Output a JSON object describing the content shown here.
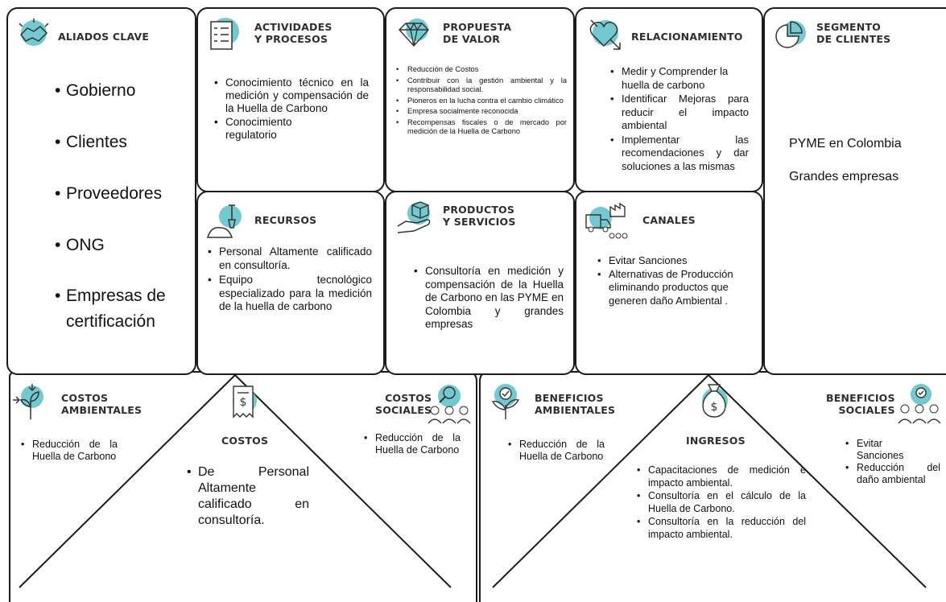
{
  "canvas": {
    "aliados": {
      "title": "ALIADOS CLAVE",
      "items": [
        "Gobierno",
        "Clientes",
        "Proveedores",
        "ONG",
        "Empresas de certificación"
      ]
    },
    "actividades": {
      "title": "ACTIVIDADES\nY PROCESOS",
      "items": [
        "Conocimiento técnico en la medición y compensación de la Huella de Carbono",
        "Conocimiento regulatorio"
      ]
    },
    "propuesta": {
      "title": "PROPUESTA\nDE VALOR",
      "items": [
        "Reducción de Costos",
        "Contribuir con la gestión ambiental y la responsabilidad social.",
        "Pioneros en la lucha contra el cambio climático",
        "Empresa socialmente reconocida",
        "Recompensas fiscales o de mercado por medición de la Huella de Carbono"
      ]
    },
    "relacionamiento": {
      "title": "RELACIONAMIENTO",
      "items": [
        "Medir y Comprender la huella de carbono",
        "Identificar Mejoras para reducir el impacto ambiental",
        "Implementar las recomendaciones y dar soluciones a las mismas"
      ]
    },
    "segmento": {
      "title": "SEGMENTO\nDE CLIENTES",
      "items": [
        "PYME en Colombia",
        "Grandes empresas"
      ]
    },
    "recursos": {
      "title": "RECURSOS",
      "items": [
        "Personal Altamente calificado en consultoría.",
        "Equipo tecnológico especializado para la medición de la huella de carbono"
      ]
    },
    "productos": {
      "title": "PRODUCTOS\nY SERVICIOS",
      "items": [
        "Consultoría en medición y compensación de la Huella de Carbono en las PYME en Colombia y grandes empresas"
      ]
    },
    "canales": {
      "title": "CANALES",
      "items": [
        "Evitar Sanciones",
        "Alternativas de Producción eliminando productos que generen daño Ambiental ."
      ]
    },
    "costos_amb": {
      "title": "COSTOS\nAMBIENTALES",
      "items": [
        "Reducción de la Huella de Carbono"
      ]
    },
    "costos": {
      "title": "COSTOS",
      "items": [
        "De Personal Altamente calificado en consultoría."
      ]
    },
    "costos_soc": {
      "title": "COSTOS\nSOCIALES",
      "items": [
        "Reducción de la Huella de Carbono"
      ]
    },
    "beneficios_amb": {
      "title": "BENEFICIOS\nAMBIENTALES",
      "items": [
        "Reducción de la Huella de Carbono"
      ]
    },
    "ingresos": {
      "title": "INGRESOS",
      "items": [
        "Capacitaciones de medición e impacto ambiental.",
        "Consultoría en el cálculo de la Huella de Carbono.",
        "Consultoría en la reducción del impacto ambiental."
      ]
    },
    "beneficios_soc": {
      "title": "BENEFICIOS\nSOCIALES",
      "items": [
        "Evitar Sanciones",
        "Reducción del daño ambiental"
      ]
    }
  },
  "colors": {
    "accent": "#5bc0c8",
    "border": "#1c1c1c",
    "title": "#2f2f2f"
  },
  "icons": {
    "aliados": "handshake-icon",
    "actividades": "checklist-icon",
    "propuesta": "diamond-icon",
    "relacionamiento": "heart-link-icon",
    "segmento": "pie-chart-icon",
    "recursos": "shovel-icon",
    "productos": "box-hand-icon",
    "canales": "truck-factory-icon",
    "costos_amb": "plant-arrows-icon",
    "costos": "receipt-icon",
    "costos_soc": "people-search-icon",
    "beneficios_amb": "plant-check-icon",
    "ingresos": "money-bag-icon",
    "beneficios_soc": "people-check-icon"
  }
}
